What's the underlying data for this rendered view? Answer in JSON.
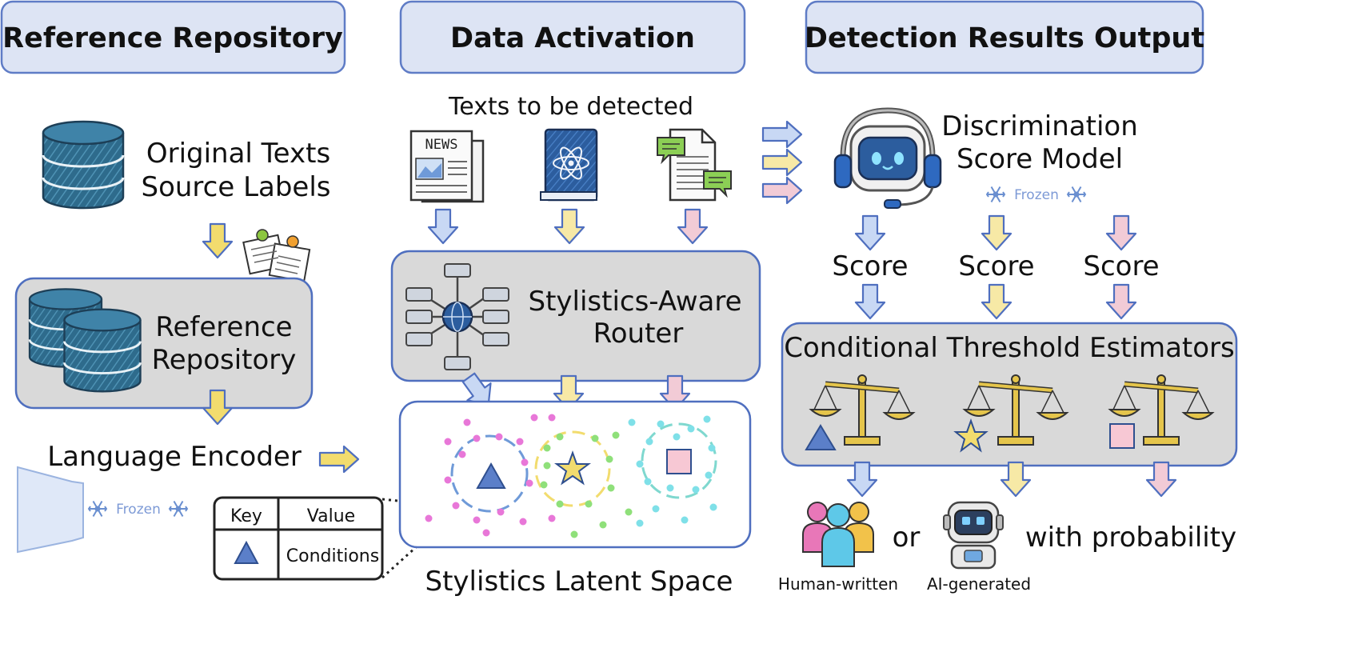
{
  "headers": {
    "reference_repository": "Reference Repository",
    "data_activation": "Data Activation",
    "detection_results_output": "Detection Results Output"
  },
  "reference": {
    "original_texts": "Original Texts",
    "source_labels": "Source Labels",
    "repository_line1": "Reference",
    "repository_line2": "Repository",
    "language_encoder": "Language Encoder",
    "frozen": "Frozen",
    "kv_table": {
      "key_header": "Key",
      "value_header": "Value",
      "value_cell": "Conditions"
    }
  },
  "activation": {
    "texts_to_detect": "Texts to be detected",
    "news_label": "NEWS",
    "router_line1": "Stylistics-Aware",
    "router_line2": "Router",
    "latent_space": "Stylistics Latent Space"
  },
  "results": {
    "model_line1": "Discrimination",
    "model_line2": "Score Model",
    "frozen": "Frozen",
    "scores": [
      "Score",
      "Score",
      "Score"
    ],
    "estimators": "Conditional Threshold Estimators",
    "or": "or",
    "with_probability": "with probability",
    "human_written": "Human-written",
    "ai_generated": "AI-generated"
  },
  "colors": {
    "blue": "#6f9ad8",
    "yellow": "#f2dc6e",
    "pink": "#e9a0b4",
    "panel_fill": "#dde4f4",
    "box_fill": "#d9d9d9",
    "accent_blue": "#5b7fc9"
  }
}
